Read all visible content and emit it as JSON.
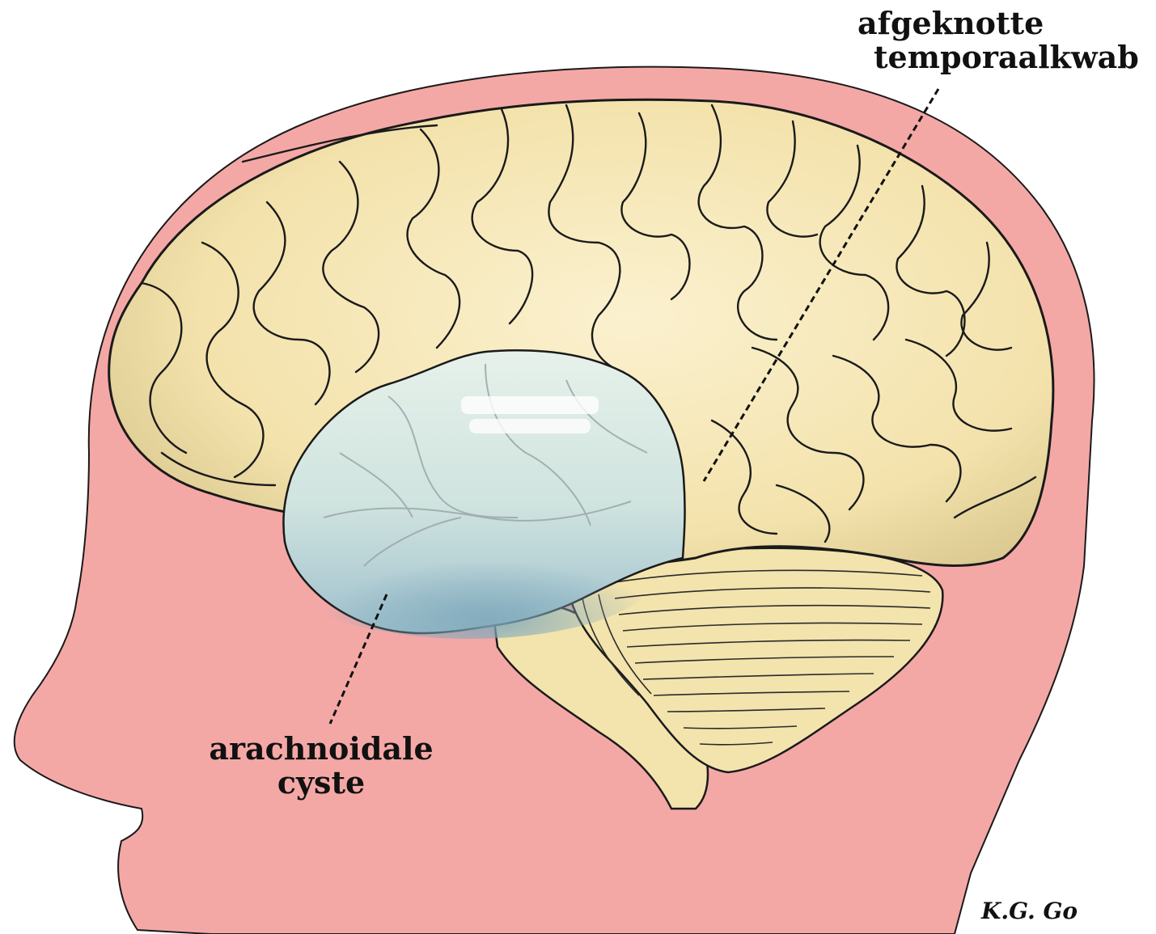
{
  "labels": {
    "temporal_lobe_line1": "afgeknotte",
    "temporal_lobe_line2": "temporaalkwab",
    "cyst_line1": "arachnoidale",
    "cyst_line2": "cyste"
  },
  "signature": "K.G. Go",
  "colors": {
    "skin": "#f4a8a6",
    "brain": "#f6e7b4",
    "brain_shadow": "#c9b98a",
    "cyst_light": "#dfeee8",
    "cyst_dark": "#8fb4c4",
    "cerebellum": "#f3e3ad",
    "outline": "#1a1a1a"
  }
}
